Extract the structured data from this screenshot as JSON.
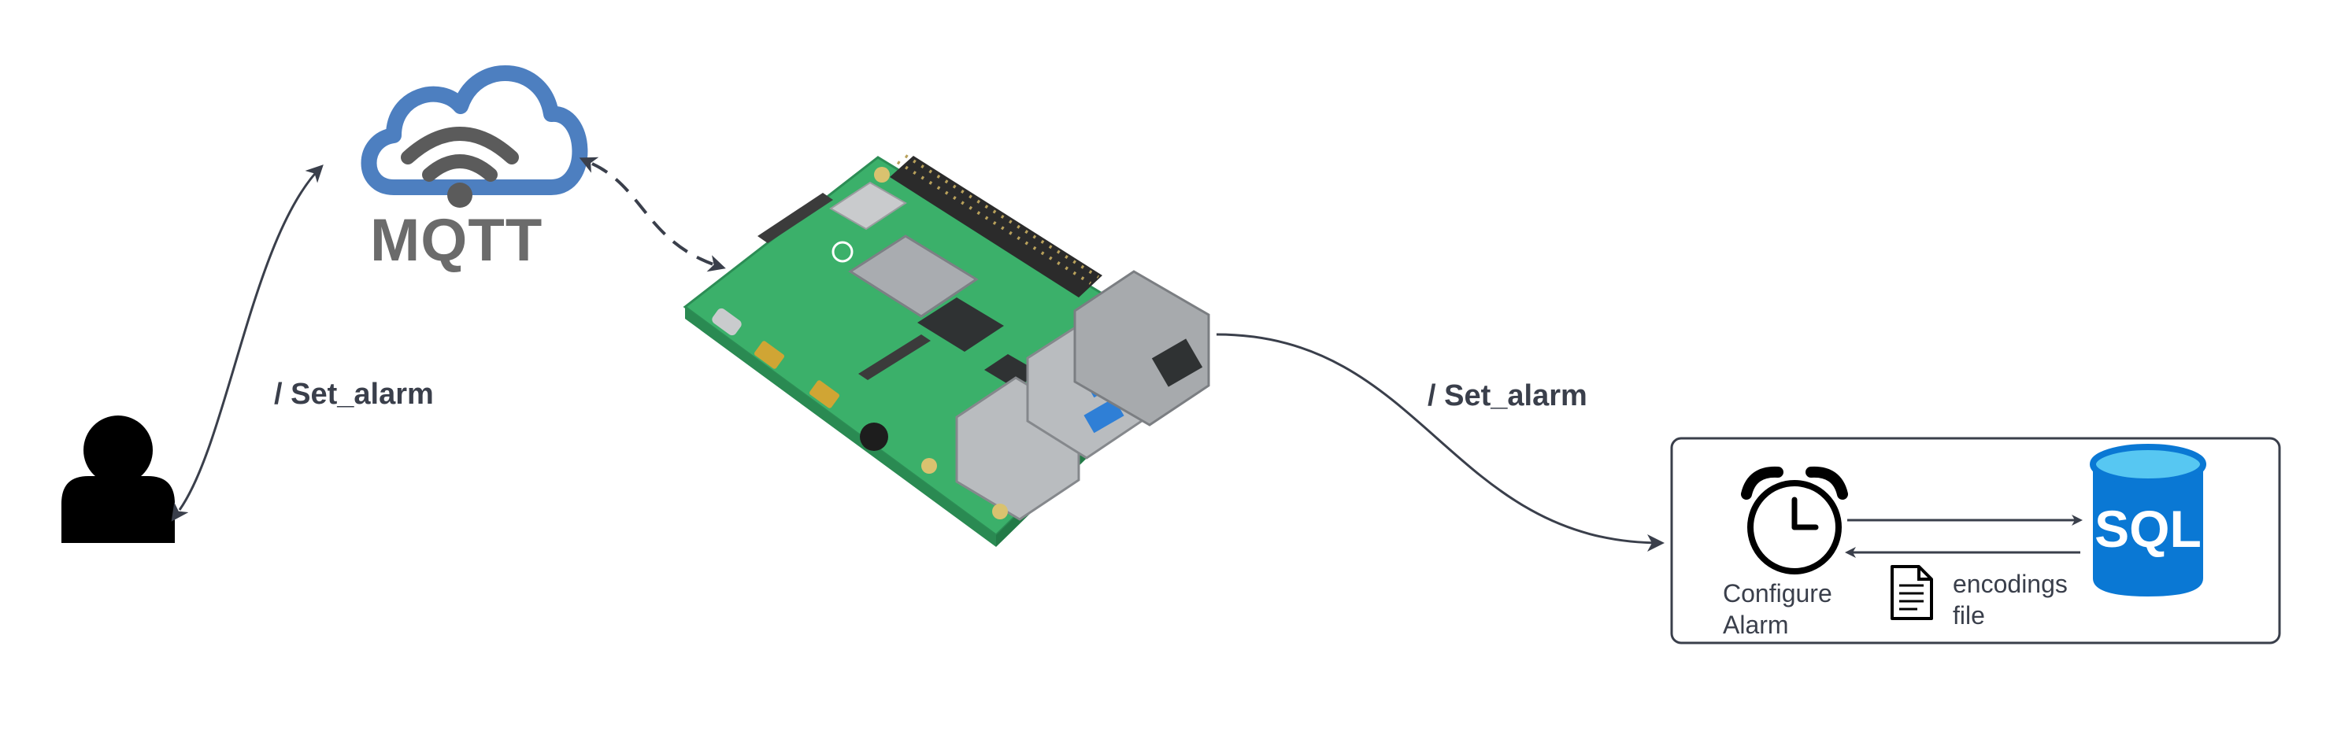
{
  "mqtt": {
    "label": "MQTT"
  },
  "edges": {
    "user_to_mqtt": {
      "label": "/ Set_alarm"
    },
    "pi_to_app": {
      "label": "/ Set_alarm"
    }
  },
  "app_box": {
    "alarm": {
      "line1": "Configure",
      "line2": "Alarm"
    },
    "file": {
      "line1": "encodings",
      "line2": "file"
    },
    "db": {
      "label": "SQL"
    }
  },
  "colors": {
    "cloud": "#4d7fc0",
    "wifi": "#5b5b5b",
    "arrow": "#3a3f4b",
    "board": "#3bb06a",
    "sql_blue": "#0a78d4",
    "sql_top": "#57c7f2"
  }
}
